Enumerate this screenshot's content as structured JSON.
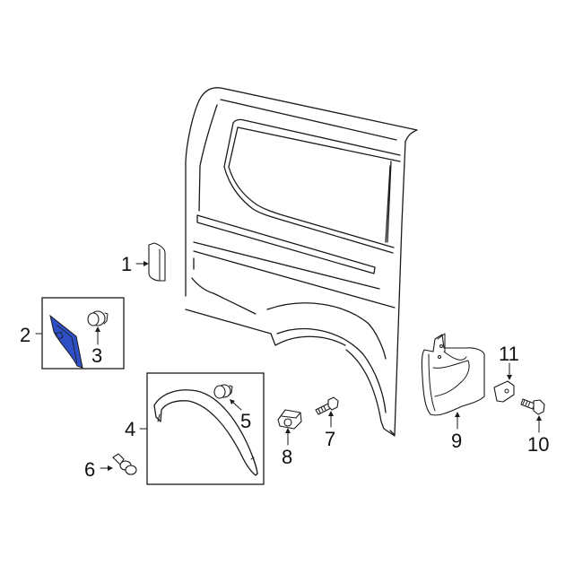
{
  "diagram": {
    "type": "exploded parts diagram",
    "subject": "Rear side panel / quarter panel with wheel opening trim and mud flap",
    "highlight_color": "#2f4fc6",
    "highlighted_part": "2",
    "parts": [
      {
        "number": "1",
        "label": "1",
        "description": "small trim cap / plate"
      },
      {
        "number": "2",
        "label": "2",
        "description": "corner trim piece (highlighted)"
      },
      {
        "number": "3",
        "label": "3",
        "description": "push clip"
      },
      {
        "number": "4",
        "label": "4",
        "description": "wheel opening molding"
      },
      {
        "number": "5",
        "label": "5",
        "description": "push clip"
      },
      {
        "number": "6",
        "label": "6",
        "description": "push-pin retainer"
      },
      {
        "number": "7",
        "label": "7",
        "description": "bolt"
      },
      {
        "number": "8",
        "label": "8",
        "description": "retainer clip"
      },
      {
        "number": "9",
        "label": "9",
        "description": "mud flap / splash guard"
      },
      {
        "number": "10",
        "label": "10",
        "description": "bolt"
      },
      {
        "number": "11",
        "label": "11",
        "description": "speed nut"
      }
    ]
  }
}
